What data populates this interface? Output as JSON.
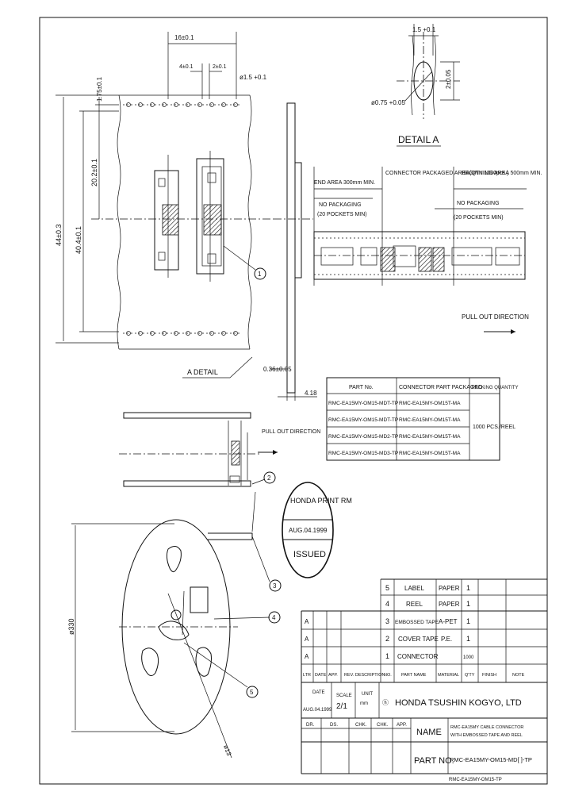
{
  "dims": {
    "w16": "16±0.1",
    "w4": "4±0.1",
    "w2": "2±0.1",
    "hole_dia": "ø1.5 +0.1",
    "h1_75": "1.75±0.1",
    "h20_2": "20.2±0.1",
    "h40_4": "40.4±0.1",
    "h44": "44±0.3",
    "t036": "0.36±0.05",
    "t418": "4.18",
    "det_w": "1.5 +0.1",
    "det_h": "2±0.05",
    "det_r": "ø0.75 +0.05",
    "reel_dia": "ø330",
    "reel_hub": "ø13"
  },
  "labels": {
    "a_detail": "A DETAIL",
    "detail_a": "DETAIL A",
    "pull_out": "PULL OUT DIRECTION",
    "end_area": "END AREA 300mm MIN.",
    "conn_packaged": "CONNECTOR PACKAGED AREA(QTY 1000pcs.)",
    "begin_area": "BEGINNING AREA 500mm MIN.",
    "no_pkg_left": "NO PACKAGING",
    "pockets_left": "(20 POCKETS MIN)",
    "no_pkg_right": "NO PACKAGING",
    "pockets_right": "(20 POCKETS MIN)"
  },
  "bubbles": [
    "1",
    "2",
    "3",
    "4",
    "5"
  ],
  "qty_table": {
    "headers": [
      "PART No.",
      "CONNECTOR PART PACKAGED",
      "PACKING QUANTITY"
    ],
    "rows": [
      [
        "RMC-EA15MY-OM15-MDT-TP",
        "RMC-EA15MY-OM15T-MA"
      ],
      [
        "RMC-EA15MY-OM15-MDT-TP",
        "RMC-EA15MY-OM15T-MA"
      ],
      [
        "RMC-EA15MY-OM15-MD2-TP",
        "RMC-EA15MY-OM15T-MA"
      ],
      [
        "RMC-EA15MY-OM15-MD3-TP",
        "RMC-EA15MY-OM15T-MA"
      ]
    ],
    "qty": "1000 PCS./REEL"
  },
  "stamp": {
    "top": "HONDA PRINT RM",
    "date": "AUG.04.1999",
    "bottom": "ISSUED"
  },
  "bom": {
    "rows": [
      {
        "no": "5",
        "name": "LABEL",
        "mat": "PAPER",
        "qty": "1"
      },
      {
        "no": "4",
        "name": "REEL",
        "mat": "PAPER",
        "qty": "1"
      },
      {
        "no": "3",
        "name": "EMBOSSED TAPE",
        "mat": "A-PET",
        "qty": "1"
      },
      {
        "no": "2",
        "name": "COVER TAPE",
        "mat": "P.E.",
        "qty": "1"
      },
      {
        "no": "1",
        "name": "CONNECTOR",
        "mat": "",
        "qty": "1000"
      }
    ],
    "rev_marks": [
      "A",
      "A",
      "A"
    ],
    "header": [
      "LTR",
      "DATE",
      "APP.",
      "REV. DESCRIPTION",
      "NO.",
      "PART NAME",
      "MATERIAL",
      "Q'TY",
      "FINISH",
      "NOTE"
    ]
  },
  "title_block": {
    "date_label": "DATE",
    "date": "AUG.04.1999",
    "scale_label": "SCALE",
    "scale": "2/1",
    "unit_label": "UNIT",
    "unit": "mm",
    "company_prefix": "ⓗ",
    "company": "HONDA TSUSHIN KOGYO, LTD",
    "row2": [
      "DR.",
      "DS.",
      "CHK.",
      "CHK.",
      "APP."
    ],
    "name_label": "NAME",
    "name_line1": "RMC-EA15MY CABLE CONNECTOR",
    "name_line2": "WITH EMBOSSED TAPE AND REEL",
    "partno_label": "PART NO.",
    "partno": "RMC-EA15MY-OM15-MD[ ]-TP",
    "dwg_no": "RMC-EA15MY-OM15-TP"
  }
}
